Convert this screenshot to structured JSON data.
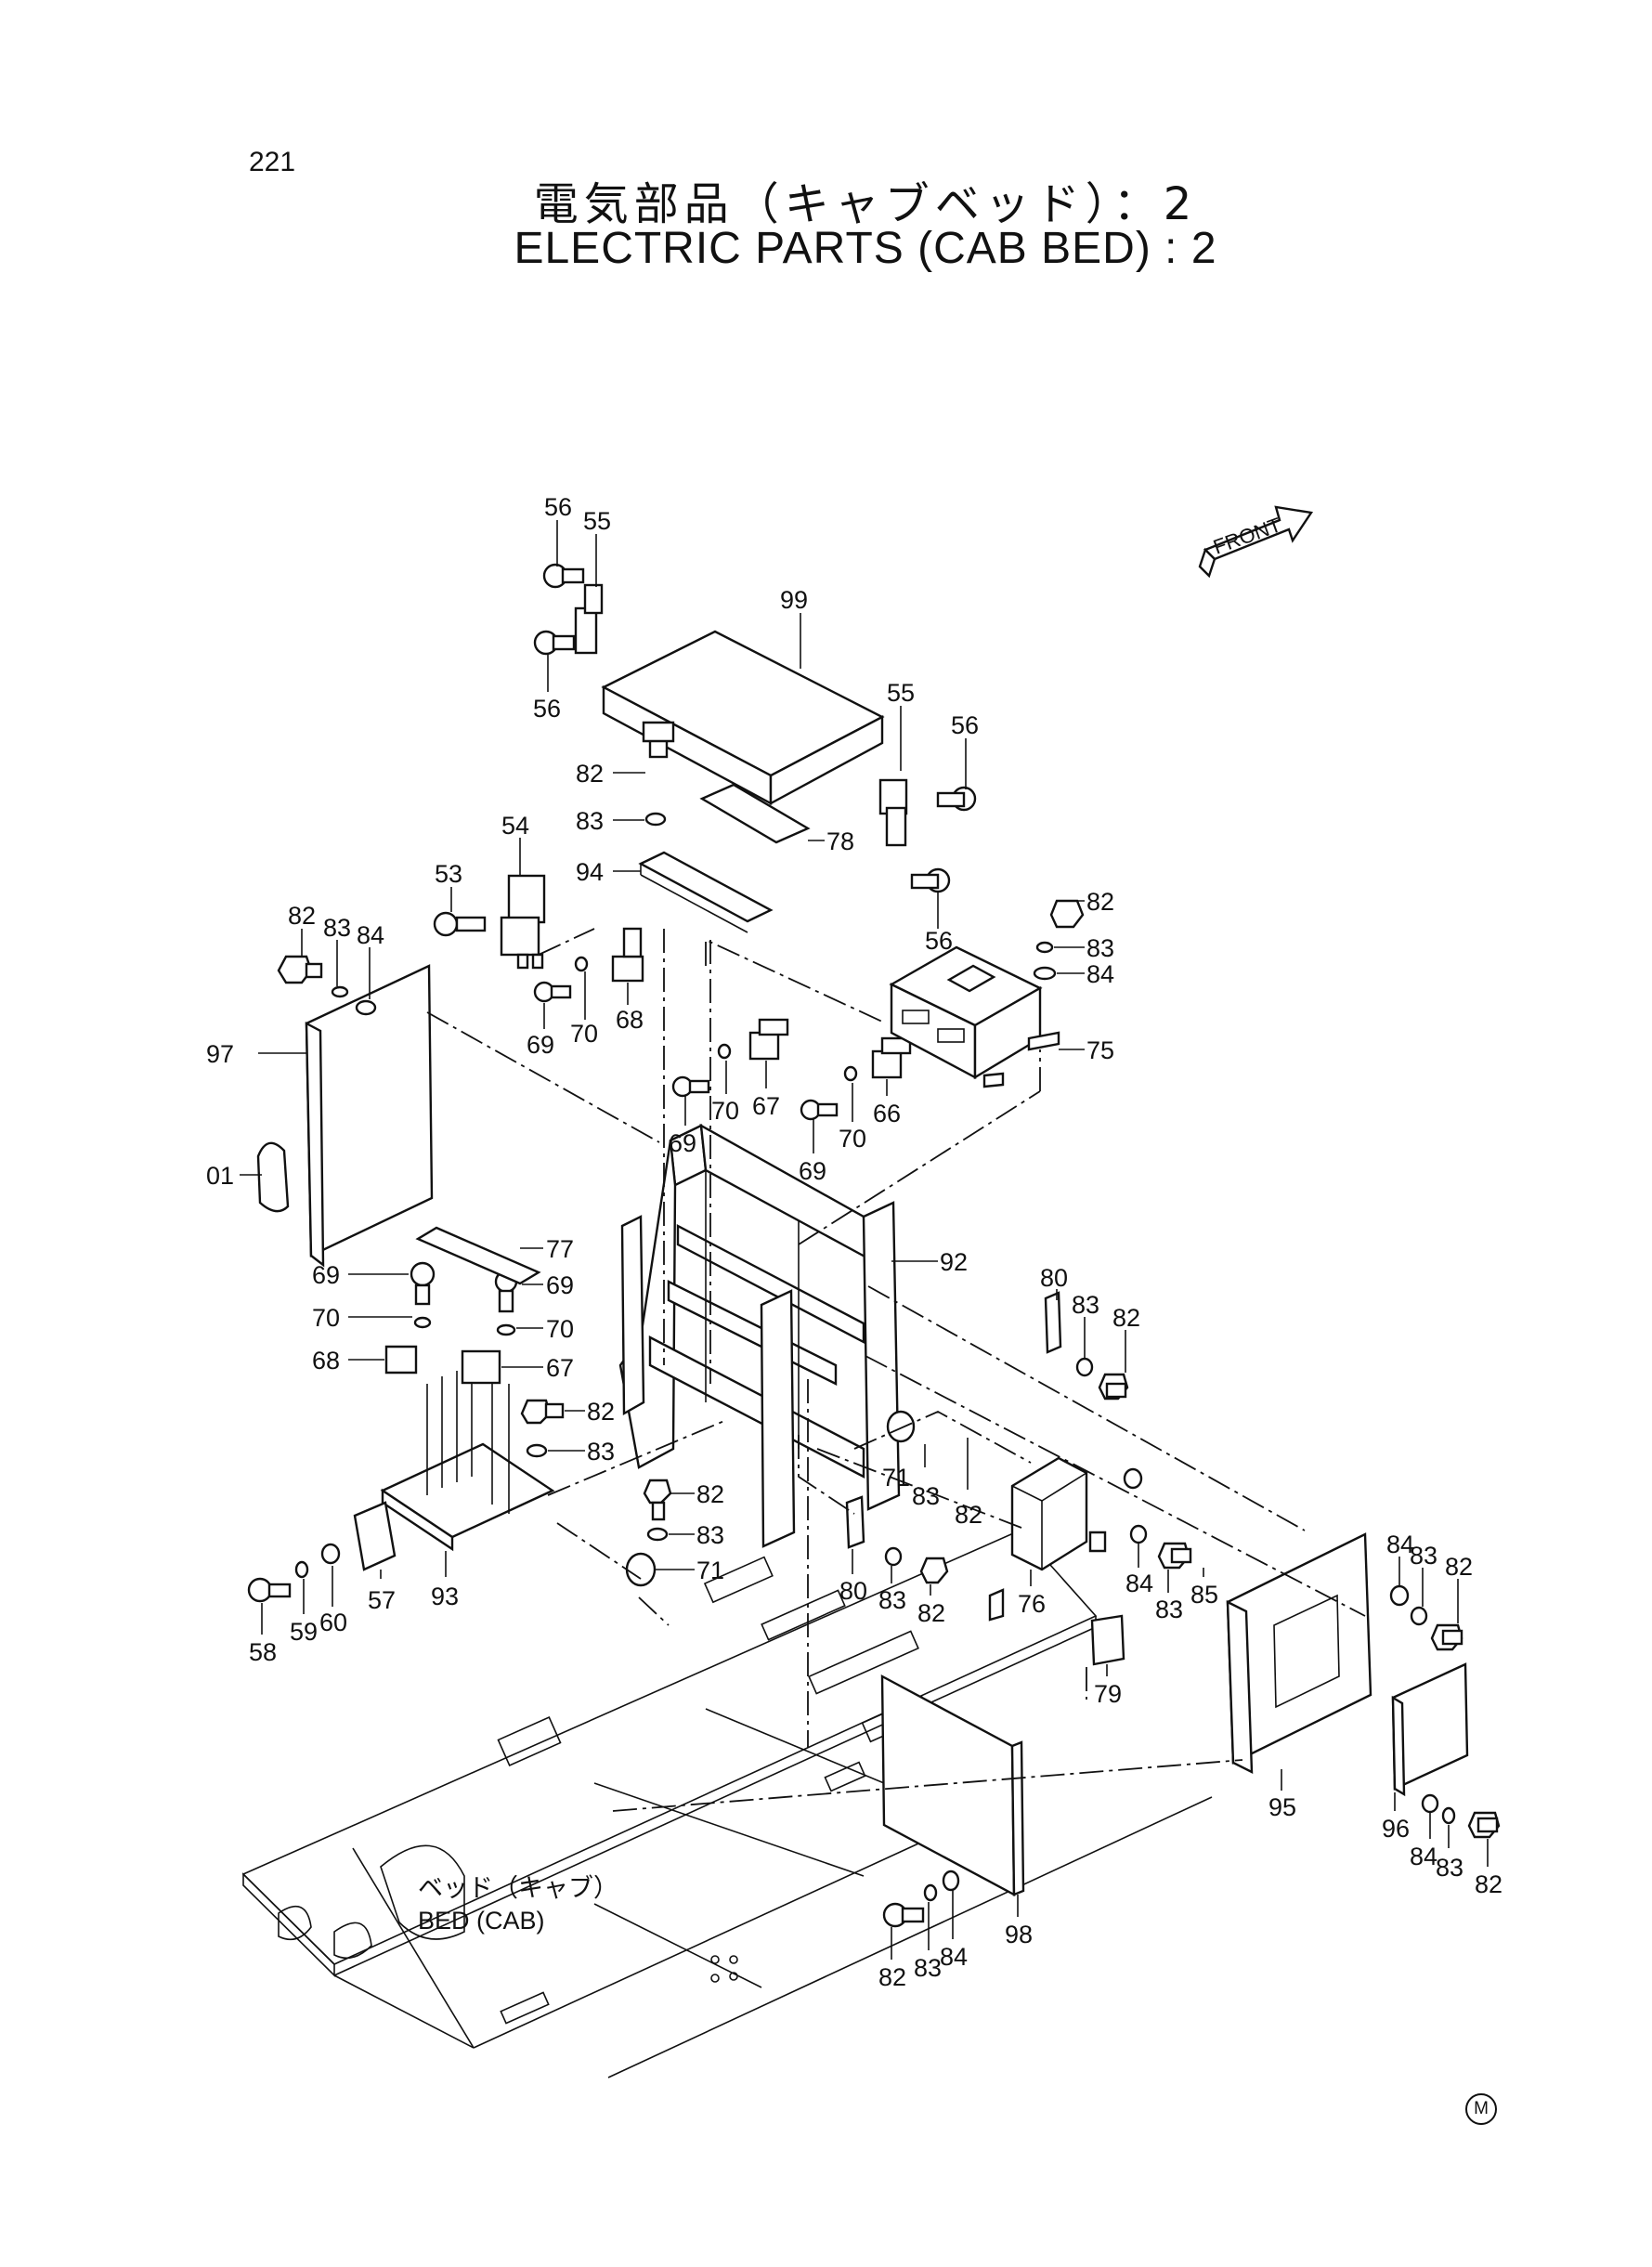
{
  "page": {
    "number": "221",
    "title_jp": "電気部品（キャブベッド）：2",
    "title_en": "ELECTRIC PARTS (CAB BED) : 2",
    "mark": "M"
  },
  "diagram": {
    "front_label": "FRONT",
    "bed_label_jp": "ベッド（キャブ）",
    "bed_label_en": "BED (CAB)",
    "callouts": [
      {
        "id": "c56a",
        "text": "56"
      },
      {
        "id": "c55a",
        "text": "55"
      },
      {
        "id": "c56b",
        "text": "56"
      },
      {
        "id": "c99",
        "text": "99"
      },
      {
        "id": "c55b",
        "text": "55"
      },
      {
        "id": "c56c",
        "text": "56"
      },
      {
        "id": "c56d",
        "text": "56"
      },
      {
        "id": "c82a",
        "text": "82"
      },
      {
        "id": "c83a",
        "text": "83"
      },
      {
        "id": "c78",
        "text": "78"
      },
      {
        "id": "c94",
        "text": "94"
      },
      {
        "id": "c53",
        "text": "53"
      },
      {
        "id": "c54",
        "text": "54"
      },
      {
        "id": "c82b",
        "text": "82"
      },
      {
        "id": "c83b",
        "text": "83"
      },
      {
        "id": "c84a",
        "text": "84"
      },
      {
        "id": "c69a",
        "text": "69"
      },
      {
        "id": "c70a",
        "text": "70"
      },
      {
        "id": "c68a",
        "text": "68"
      },
      {
        "id": "c82c",
        "text": "82"
      },
      {
        "id": "c83c",
        "text": "83"
      },
      {
        "id": "c84b",
        "text": "84"
      },
      {
        "id": "c75",
        "text": "75"
      },
      {
        "id": "c97",
        "text": "97"
      },
      {
        "id": "c01",
        "text": "01"
      },
      {
        "id": "c69b",
        "text": "69"
      },
      {
        "id": "c70b",
        "text": "70"
      },
      {
        "id": "c67a",
        "text": "67"
      },
      {
        "id": "c69c",
        "text": "69"
      },
      {
        "id": "c70c",
        "text": "70"
      },
      {
        "id": "c66",
        "text": "66"
      },
      {
        "id": "c77",
        "text": "77"
      },
      {
        "id": "c92",
        "text": "92"
      },
      {
        "id": "c69d",
        "text": "69"
      },
      {
        "id": "c69e",
        "text": "69"
      },
      {
        "id": "c70d",
        "text": "70"
      },
      {
        "id": "c70e",
        "text": "70"
      },
      {
        "id": "c68b",
        "text": "68"
      },
      {
        "id": "c67b",
        "text": "67"
      },
      {
        "id": "c80a",
        "text": "80"
      },
      {
        "id": "c83d",
        "text": "83"
      },
      {
        "id": "c82d",
        "text": "82"
      },
      {
        "id": "c82e",
        "text": "82"
      },
      {
        "id": "c83e",
        "text": "83"
      },
      {
        "id": "c71a",
        "text": "71"
      },
      {
        "id": "c83f",
        "text": "83"
      },
      {
        "id": "c82f",
        "text": "82"
      },
      {
        "id": "c82g",
        "text": "82"
      },
      {
        "id": "c83g",
        "text": "83"
      },
      {
        "id": "c71b",
        "text": "71"
      },
      {
        "id": "c93",
        "text": "93"
      },
      {
        "id": "c57",
        "text": "57"
      },
      {
        "id": "c60",
        "text": "60"
      },
      {
        "id": "c59",
        "text": "59"
      },
      {
        "id": "c58",
        "text": "58"
      },
      {
        "id": "c80b",
        "text": "80"
      },
      {
        "id": "c83h",
        "text": "83"
      },
      {
        "id": "c82h",
        "text": "82"
      },
      {
        "id": "c76",
        "text": "76"
      },
      {
        "id": "c84c",
        "text": "84"
      },
      {
        "id": "c83i",
        "text": "83"
      },
      {
        "id": "c85",
        "text": "85"
      },
      {
        "id": "c79",
        "text": "79"
      },
      {
        "id": "c84d",
        "text": "84"
      },
      {
        "id": "c83j",
        "text": "83"
      },
      {
        "id": "c82i",
        "text": "82"
      },
      {
        "id": "c95",
        "text": "95"
      },
      {
        "id": "c96",
        "text": "96"
      },
      {
        "id": "c84e",
        "text": "84"
      },
      {
        "id": "c83k",
        "text": "83"
      },
      {
        "id": "c82j",
        "text": "82"
      },
      {
        "id": "c98",
        "text": "98"
      },
      {
        "id": "c82k",
        "text": "82"
      },
      {
        "id": "c83l",
        "text": "83"
      },
      {
        "id": "c84f",
        "text": "84"
      }
    ]
  }
}
